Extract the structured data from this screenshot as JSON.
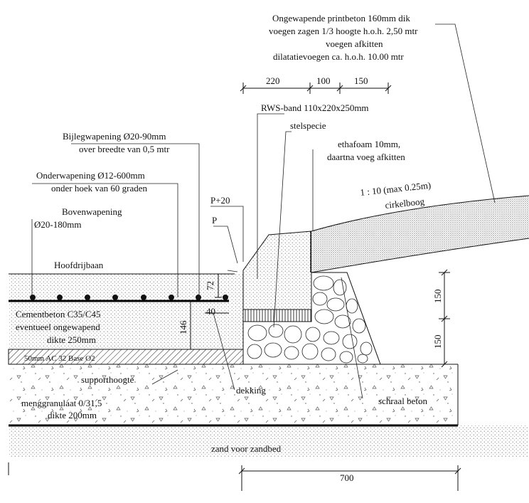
{
  "labels": {
    "printbeton_1": "Ongewapende printbeton 160mm dik",
    "printbeton_2": "voegen zagen 1/3 hoogte h.o.h. 2,50 mtr",
    "printbeton_3": "voegen afkitten",
    "printbeton_4": "dilatatievoegen ca. h.o.h. 10.00 mtr",
    "rws_band": "RWS-band 110x220x250mm",
    "stelspecie": "stelspecie",
    "ethafoam_1": "ethafoam 10mm,",
    "ethafoam_2": "daartna voeg afkitten",
    "slope_1": "1 : 10 (max 0.25m)",
    "slope_2": "cirkelboog",
    "bijleg_1": "Bijlegwapening Ø20-90mm",
    "bijleg_2": "over breedte van 0,5 mtr",
    "onder_1": "Onderwapening Ø12-600mm",
    "onder_2": "onder hoek van 60 graden",
    "p20": "P+20",
    "p": "P",
    "boven_1": "Bovenwapening",
    "boven_2": "Ø20-180mm",
    "hoofdrijbaan": "Hoofdrijbaan",
    "cement_1": "Cementbeton C35/C45",
    "cement_2": "eventueel ongewapend",
    "cement_3": "dikte 250mm",
    "ac_base": "50mm AC 32 Base O2",
    "supporthoogte": "supporthoogte",
    "menggranulaat_1": "menggranulaat 0/31,5",
    "menggranulaat_2": "dikte 200mm",
    "dekking": "dekking",
    "schraal_beton": "schraal beton",
    "zand": "zand voor zandbed"
  },
  "dimensions": {
    "d220": "220",
    "d100": "100",
    "d150_top": "150",
    "d72": "72",
    "d40": "40",
    "d146": "146",
    "d150_a": "150",
    "d150_b": "150",
    "d700": "700"
  },
  "colors": {
    "ink": "#111111",
    "concrete_fill": "#ebebeb",
    "sand_fill": "#f6f6f6",
    "stone_fill": "#ffffff"
  }
}
